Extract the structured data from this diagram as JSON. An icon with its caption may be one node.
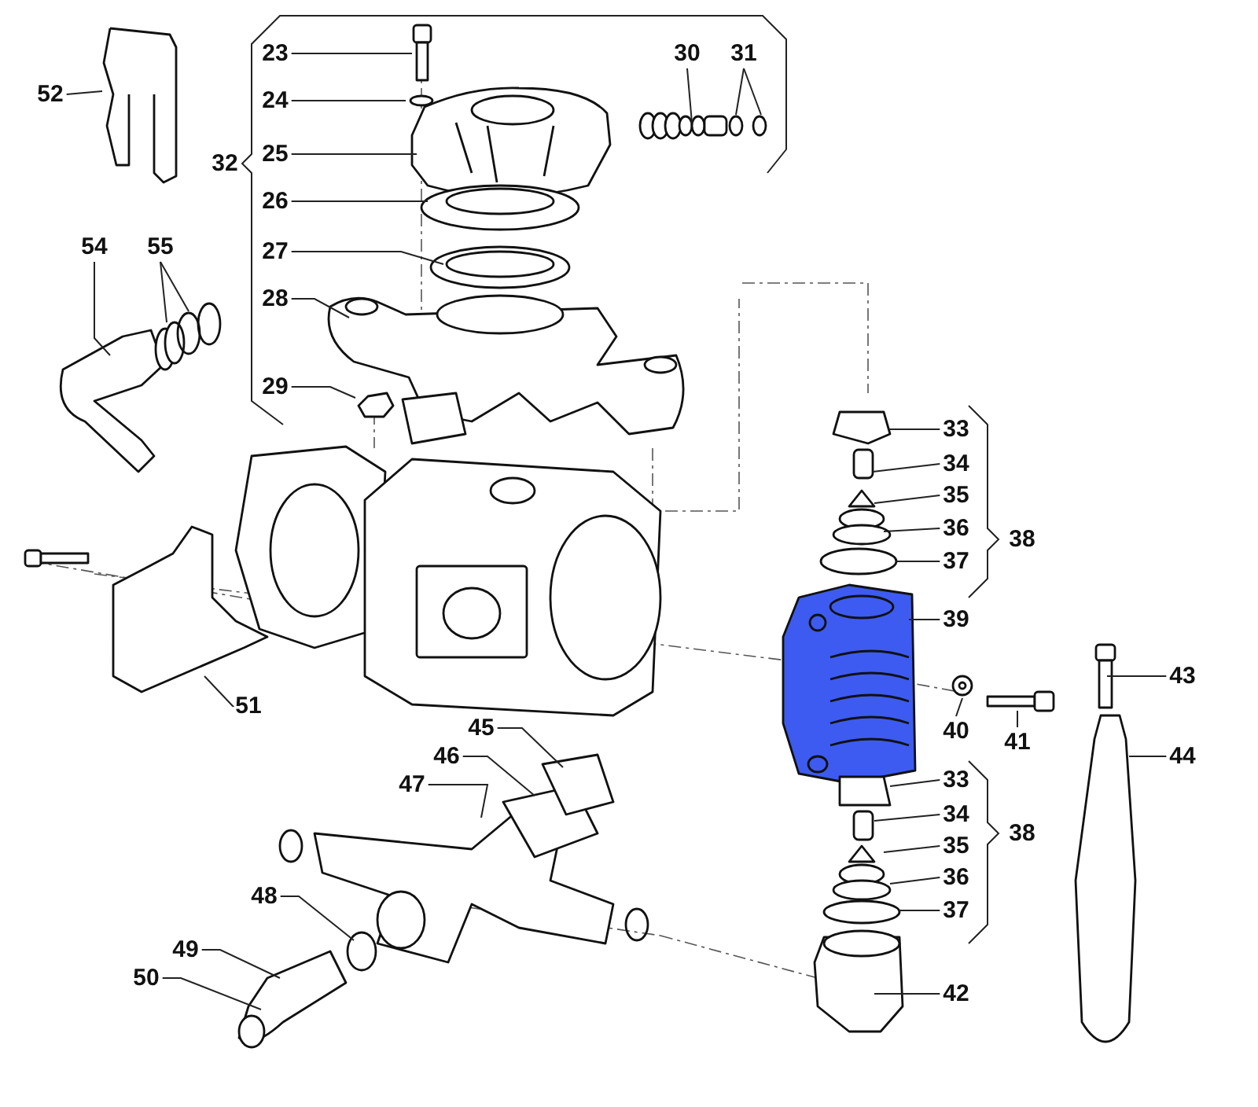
{
  "diagram": {
    "nodes": [
      {
        "text": [
          "52"
        ]
      },
      {
        "text": [
          "23"
        ]
      },
      {
        "text": [
          "24"
        ]
      },
      {
        "text": [
          "30"
        ]
      },
      {
        "text": [
          "31"
        ]
      },
      {
        "text": [
          "25"
        ]
      },
      {
        "text": [
          "26"
        ]
      },
      {
        "text": [
          "54"
        ]
      },
      {
        "text": [
          "55"
        ]
      },
      {
        "text": [
          "27"
        ]
      },
      {
        "text": [
          "28"
        ]
      },
      {
        "text": [
          "29"
        ]
      },
      {
        "text": [
          "33"
        ]
      },
      {
        "text": [
          "34"
        ]
      },
      {
        "text": [
          "35"
        ]
      },
      {
        "text": [
          "36"
        ]
      },
      {
        "text": [
          "37"
        ]
      },
      {
        "text": [
          "39"
        ]
      },
      {
        "text": [
          "43"
        ]
      },
      {
        "text": [
          "51"
        ]
      },
      {
        "text": [
          "45"
        ]
      },
      {
        "text": [
          "40"
        ]
      },
      {
        "text": [
          "41"
        ]
      },
      {
        "text": [
          "46"
        ]
      },
      {
        "text": [
          "44"
        ]
      },
      {
        "text": [
          "33"
        ]
      },
      {
        "text": [
          "47"
        ]
      },
      {
        "text": [
          "34"
        ]
      },
      {
        "text": [
          "35"
        ]
      },
      {
        "text": [
          "36"
        ]
      },
      {
        "text": [
          "37"
        ]
      },
      {
        "text": [
          "48"
        ]
      },
      {
        "text": [
          "49"
        ]
      },
      {
        "text": [
          "50"
        ]
      },
      {
        "text": [
          "42"
        ]
      }
    ],
    "edges": [
      {
        "from": 0,
        "to": null,
        "arrow": "none"
      },
      {
        "from": 1,
        "to": null,
        "arrow": "none"
      },
      {
        "from": 2,
        "to": null,
        "arrow": "none"
      },
      {
        "from": 3,
        "to": null,
        "arrow": "none"
      },
      {
        "from": 4,
        "to": null,
        "arrow": "none"
      },
      {
        "from": 4,
        "to": null,
        "arrow": "none"
      },
      {
        "from": 5,
        "to": null,
        "arrow": "none"
      },
      {
        "from": 6,
        "to": null,
        "arrow": "none"
      },
      {
        "from": 7,
        "to": null,
        "arrow": "none"
      },
      {
        "from": 8,
        "to": null,
        "arrow": "none"
      },
      {
        "from": 8,
        "to": null,
        "arrow": "none"
      },
      {
        "from": 9,
        "to": null,
        "arrow": "none"
      },
      {
        "from": 10,
        "to": null,
        "arrow": "none"
      },
      {
        "from": 11,
        "to": null,
        "arrow": "none"
      },
      {
        "from": 12,
        "to": null,
        "arrow": "none"
      },
      {
        "from": 13,
        "to": null,
        "arrow": "none"
      },
      {
        "from": 14,
        "to": null,
        "arrow": "none"
      },
      {
        "from": 15,
        "to": null,
        "arrow": "none"
      },
      {
        "from": 16,
        "to": null,
        "arrow": "none"
      },
      {
        "from": 17,
        "to": null,
        "arrow": "none"
      },
      {
        "from": 18,
        "to": null,
        "arrow": "none"
      },
      {
        "from": 19,
        "to": null,
        "arrow": "none"
      },
      {
        "from": 20,
        "to": null,
        "arrow": "none"
      },
      {
        "from": 21,
        "to": null,
        "arrow": "none"
      },
      {
        "from": 22,
        "to": null,
        "arrow": "none"
      },
      {
        "from": 23,
        "to": null,
        "arrow": "none"
      },
      {
        "from": 24,
        "to": null,
        "arrow": "none"
      },
      {
        "from": 25,
        "to": null,
        "arrow": "none"
      },
      {
        "from": 26,
        "to": null,
        "arrow": "none"
      },
      {
        "from": 27,
        "to": null,
        "arrow": "none"
      },
      {
        "from": 28,
        "to": null,
        "arrow": "none"
      },
      {
        "from": 29,
        "to": null,
        "arrow": "none"
      },
      {
        "from": 30,
        "to": null,
        "arrow": "none"
      },
      {
        "from": 31,
        "to": null,
        "arrow": "none"
      },
      {
        "from": 32,
        "to": null,
        "arrow": "none"
      },
      {
        "from": 33,
        "to": null,
        "arrow": "none"
      },
      {
        "from": 34,
        "to": null,
        "arrow": "none"
      }
    ],
    "labels": [
      "32",
      "38",
      "38"
    ]
  }
}
